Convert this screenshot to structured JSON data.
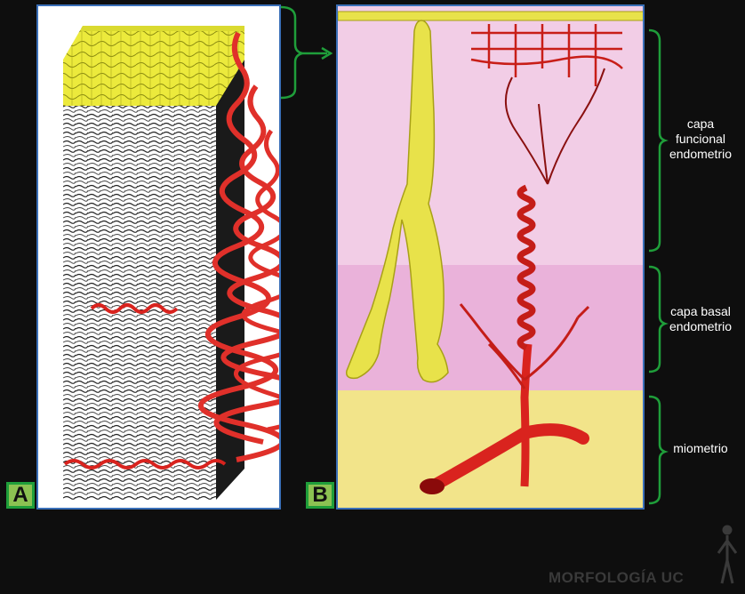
{
  "panels": {
    "a": {
      "badge": "A"
    },
    "b": {
      "badge": "B"
    }
  },
  "layers": {
    "funcional": "capa\nfuncional\nendometrio",
    "basal": "capa basal\nendometrio",
    "miometrio": "miometrio"
  },
  "logo": {
    "text": "MORFOLOGÍA UC"
  },
  "colors": {
    "background": "#0e0e0e",
    "panel_border": "#3a6fb8",
    "bracket": "#1f9e3a",
    "epithelium": "#e8e24a",
    "vessel": "#d9231e",
    "functional_layer": "#f2cde6",
    "basal_layer": "#eab2da",
    "myometrium": "#f2e48a"
  }
}
